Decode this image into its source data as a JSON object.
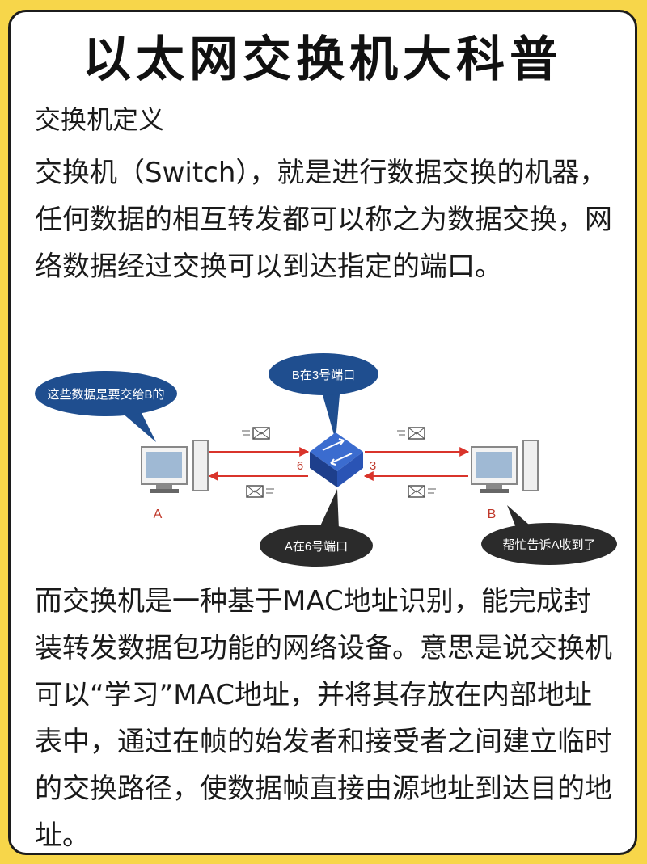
{
  "title": "以太网交换机大科普",
  "subtitle": "交换机定义",
  "paragraph1": "交换机（Switch），就是进行数据交换的机器，任何数据的相互转发都可以称之为数据交换，网络数据经过交换可以到达指定的端口。",
  "diagram": {
    "bubble_a": "这些数据是要交给B的",
    "bubble_switch_top": "B在3号端口",
    "bubble_switch_bottom": "A在6号端口",
    "bubble_b": "帮忙告诉A收到了",
    "label_a": "A",
    "label_b": "B",
    "port_left": "6",
    "port_right": "3",
    "colors": {
      "bubble_blue": "#1f4e8f",
      "bubble_dark": "#2b2b2b",
      "arrow_red": "#d9342b",
      "label_red": "#c0392b",
      "switch_blue": "#2a54b5"
    }
  },
  "paragraph2": "而交换机是一种基于MAC地址识别，能完成封装转发数据包功能的网络设备。意思是说交换机可以“学习”MAC地址，并将其存放在内部地址表中，通过在帧的始发者和接受者之间建立临时的交换路径，使数据帧直接由源地址到达目的地址。"
}
